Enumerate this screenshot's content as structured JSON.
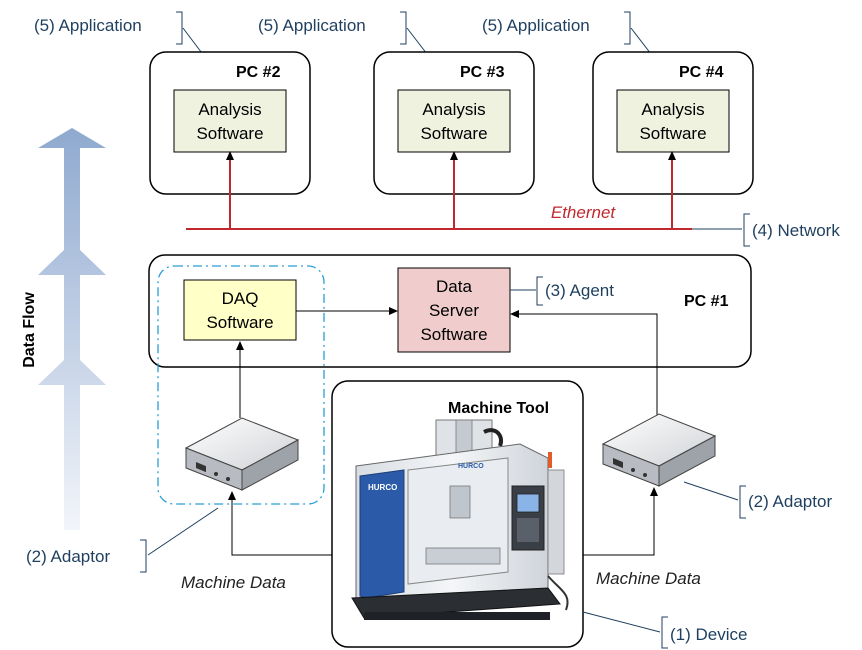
{
  "labels": {
    "application": "(5) Application",
    "network": "(4) Network",
    "agent": "(3) Agent",
    "adaptor": "(2) Adaptor",
    "device": "(1) Device",
    "ethernet": "Ethernet",
    "machine_data": "Machine Data",
    "data_flow": "Data Flow",
    "machine_tool": "Machine Tool"
  },
  "pcs": {
    "pc1": "PC #1",
    "pc2": "PC #2",
    "pc3": "PC #3",
    "pc4": "PC #4"
  },
  "boxes": {
    "analysis_line1": "Analysis",
    "analysis_line2": "Software",
    "daq_line1": "DAQ",
    "daq_line2": "Software",
    "server_line1": "Data",
    "server_line2": "Server",
    "server_line3": "Software"
  },
  "machine_brand": "HURCO",
  "colors": {
    "ethernet": "#c0282d",
    "analysis_fill": "#eef2df",
    "daq_fill": "#ffffc8",
    "server_fill": "#f0cccc",
    "dashed_group": "#2a9fd6",
    "label_text": "#1f3f5f"
  }
}
